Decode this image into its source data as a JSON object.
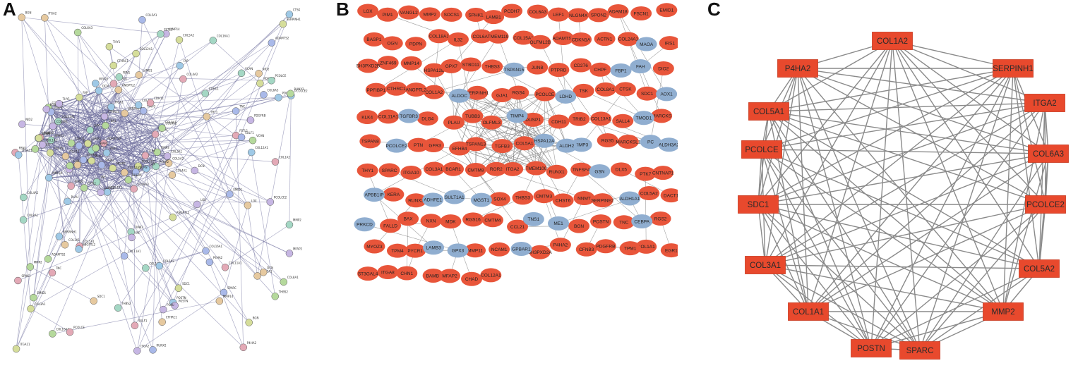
{
  "panels": {
    "a": {
      "letter": "A"
    },
    "b": {
      "letter": "B"
    },
    "c": {
      "letter": "C"
    }
  },
  "panel_a_nodes": [
    "COL1A1",
    "COL1A2",
    "COL3A1",
    "COL5A1",
    "COL5A2",
    "SPARC",
    "POSTN",
    "MMP2",
    "ITGA2",
    "PCOLCE",
    "SDC1",
    "P4HA2",
    "SERPINH1",
    "COL6A3",
    "PCOLCE2",
    "THBS2",
    "LOX",
    "FBN1",
    "BGN",
    "TNC",
    "CTSK",
    "RUNX2",
    "PLAU",
    "TIMP3",
    "MMP14",
    "CDH11",
    "LAMB1",
    "COL11A1",
    "COL12A1",
    "ADAMTS2",
    "FAP",
    "VCAN",
    "DCN",
    "LUM",
    "THY1",
    "SPHK1",
    "ANGPTL2",
    "EMID1",
    "MFAP2",
    "COL8A1",
    "NID2",
    "FSTL1",
    "CTHRC1",
    "SULF1",
    "ITGA11",
    "GREM1",
    "PDGFRB",
    "COL16A1",
    "COL4A1",
    "COL4A2"
  ],
  "panel_b_red": [
    "DUSP1",
    "CTHRC1",
    "CD276",
    "JUNB",
    "PIM1",
    "EGR1",
    "ROR2",
    "TNFSF4",
    "RGS4",
    "RGS2",
    "CHST6",
    "KERA",
    "OGN",
    "ST3GAL4",
    "RGS5",
    "RGS16",
    "PDPN",
    "CCL21",
    "VANGL2",
    "DACT1",
    "NLGN4X",
    "DLG4",
    "PTK7",
    "ADAMTS9",
    "SPON2",
    "PYCR1",
    "COL13A1",
    "THBS3",
    "P4HA2",
    "COL18A1",
    "COL24A1",
    "FGFR3",
    "NCAM1",
    "CHPF",
    "BGN",
    "COL12A1",
    "PCOLCE",
    "COL11A1",
    "SDC1",
    "MDK",
    "EMID1",
    "COL6A1",
    "COL1A2",
    "COL8A1",
    "PTN",
    "TGFB3",
    "BAMBI",
    "POSTN",
    "COL5A2",
    "ZNF469",
    "COL5A1",
    "COL6A3",
    "SERPINH1",
    "TNC",
    "TSPAN8",
    "CFNB3",
    "LOX",
    "COL1A1",
    "CNTNAP1",
    "CHN1",
    "MFAP2",
    "EFHB4",
    "ADAM18",
    "COL15A1",
    "SPARC",
    "COL3A1",
    "ITGA2",
    "ITGA8",
    "CHAD",
    "THBS3",
    "ITGA10",
    "MMP11",
    "SH3PXD2A",
    "CTSK",
    "CDH11",
    "NNMT",
    "TSPAN13",
    "NXN",
    "SALL4",
    "SERPINE2",
    "MMP2",
    "LAMB1",
    "PLAU",
    "RUNX2",
    "DLX5",
    "KLK4",
    "PDGFRB",
    "MMP14",
    "FSCN1",
    "CDKN1A",
    "BAX",
    "TSK",
    "THY1",
    "ANGPTL2",
    "SPHK1",
    "OLFML3",
    "OLFML2B",
    "SH3PXD2B",
    "SOCS1",
    "IRS1",
    "LEF1",
    "BCAR1",
    "TMEM119",
    "TMEM100",
    "HSPA12B",
    "TRIB2",
    "RUNX1",
    "SOX4",
    "GJA1",
    "CMTM8",
    "TUBB3",
    "PCDH7",
    "IL32",
    "MARCKS",
    "BASP1",
    "CMTM3",
    "PTPRD",
    "MARCKSL1",
    "DIO2",
    "ACTN1",
    "MYOZ3",
    "CMTM4",
    "PPFIBP1",
    "GPX7",
    "STBD11",
    "TPM4",
    "FALLD",
    "TPM1"
  ],
  "panel_b_blue": [
    "ALDOC",
    "FBP1",
    "PC",
    "TGFBR3",
    "LDHD",
    "ME1",
    "PCOLCE2",
    "ADHFE1",
    "FAH",
    "TIMP4",
    "TIMP3",
    "LAMB3",
    "ALDH1A1",
    "AOX1",
    "ALDH2",
    "ALDH3A2",
    "MAOA",
    "TSPAN15",
    "HSPA12A",
    "PRKCD",
    "CEBPA",
    "SULT1A1",
    "APBB1IP",
    "TNS1",
    "GPBAR1",
    "MGST1",
    "GPX3",
    "TMOD1",
    "GSN"
  ],
  "panel_c_nodes": [
    "COL1A2",
    "P4HA2",
    "SERPINH1",
    "COL5A1",
    "ITGA2",
    "PCOLCE",
    "COL6A3",
    "SDC1",
    "PCOLCE2",
    "COL3A1",
    "COL5A2",
    "COL1A1",
    "MMP2",
    "POSTN",
    "SPARC"
  ],
  "colors": {
    "panel_b_red": "#e8553a",
    "panel_b_blue": "#90aed0",
    "panel_c_node": "#e8492d",
    "panel_c_edge": "#8a8a8a"
  }
}
